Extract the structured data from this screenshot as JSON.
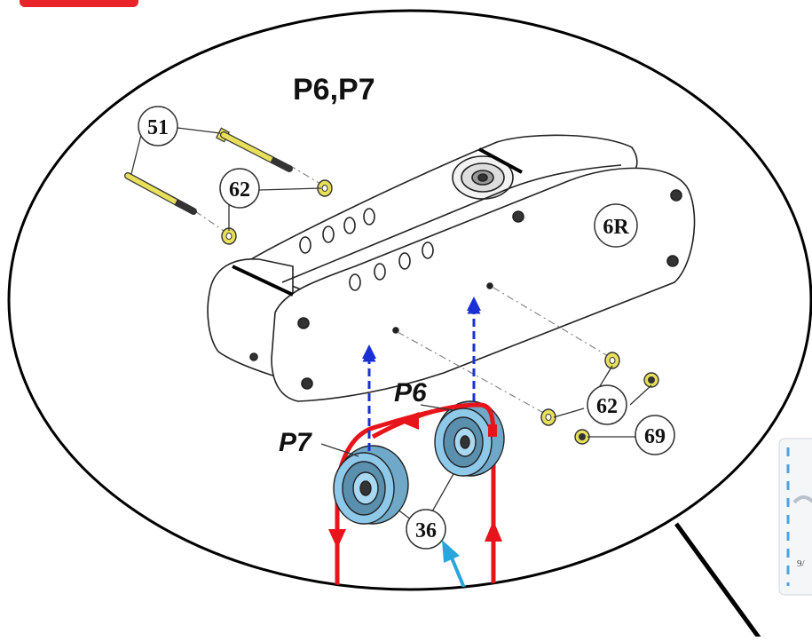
{
  "diagram": {
    "title": "P6,P7",
    "part_label": "6R",
    "pulley_labels": {
      "p6": "P6",
      "p7": "P7"
    },
    "callouts": {
      "bolt": "51",
      "washer_top": "62",
      "washer_bottom": "62",
      "nut": "69",
      "pulley": "36"
    },
    "inset_fragment_text": "9/",
    "colors": {
      "belt": "#e8141b",
      "arrow_blue": "#1a2fd6",
      "pointer_cyan": "#2ba6dc",
      "pulley_fill": "#8ec9ea",
      "bolt_fill": "#e8e05a",
      "badge_red": "#e8232a"
    }
  }
}
